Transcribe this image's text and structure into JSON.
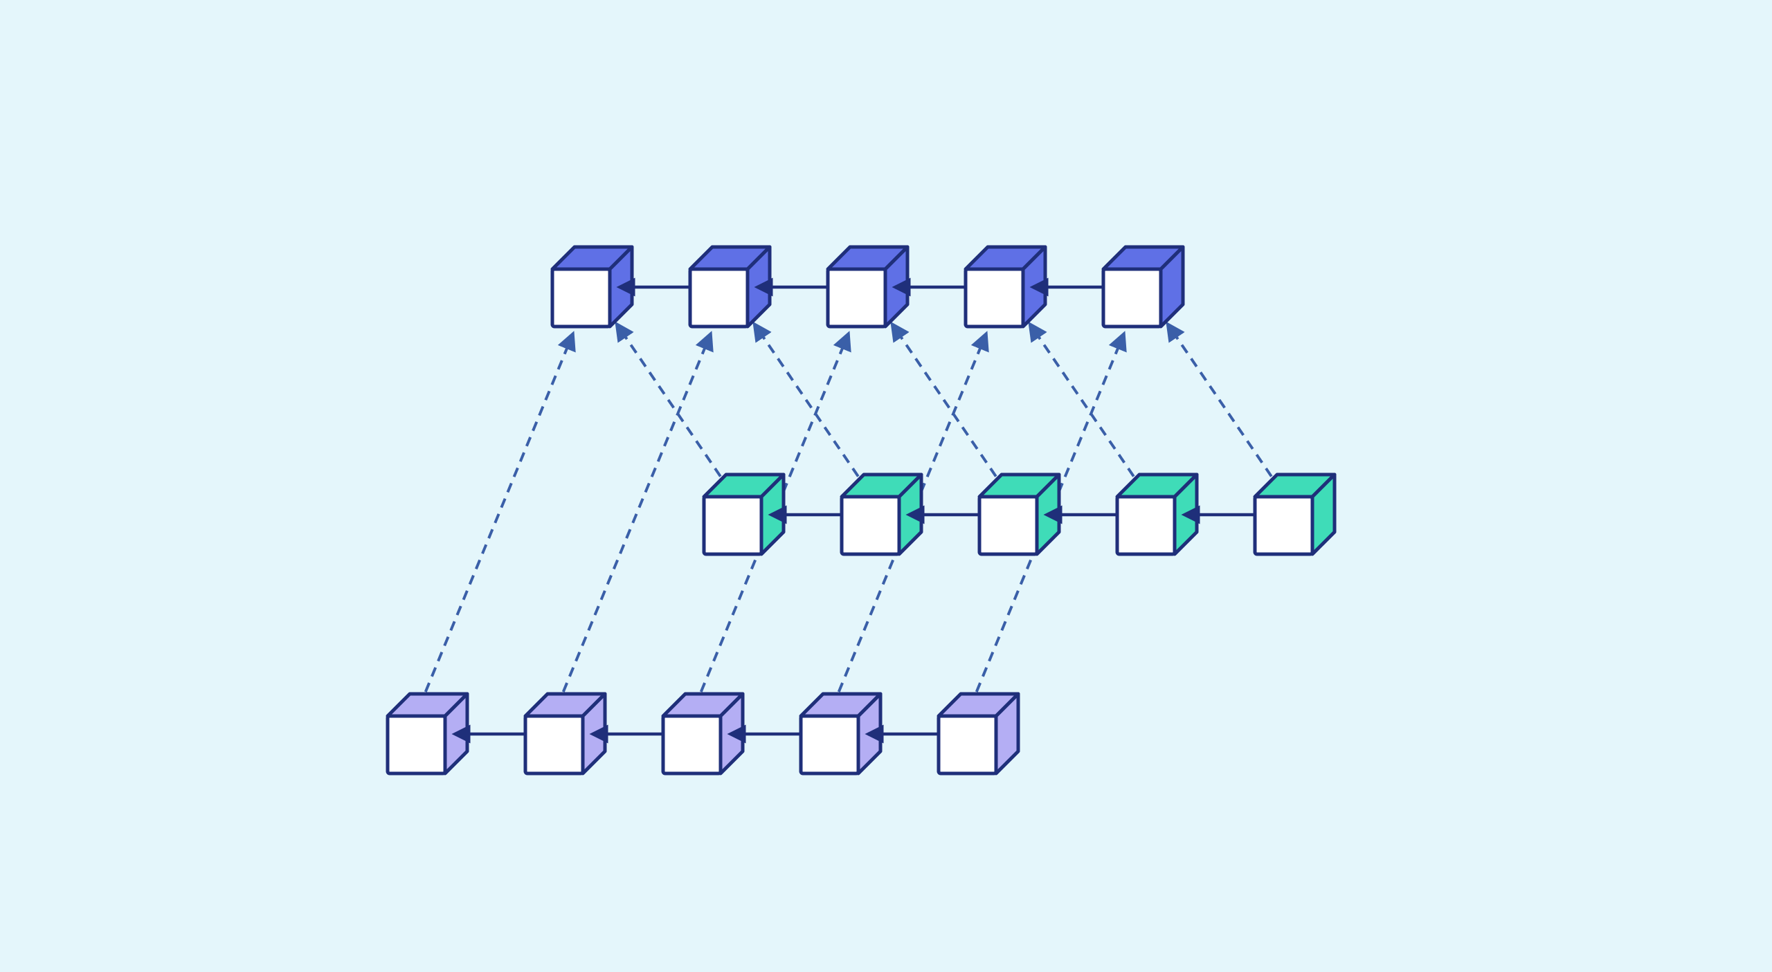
{
  "colors": {
    "background": "#e4f6fb",
    "stroke": "#1f2f7a",
    "dashed": "#3a5fa8",
    "front_face": "#ffffff",
    "top_row": "#5f70e6",
    "middle_row": "#3fdcb8",
    "bottom_row": "#b4aef4"
  },
  "rows": [
    {
      "id": "top",
      "count": 5,
      "color_key": "top_row"
    },
    {
      "id": "middle",
      "count": 5,
      "color_key": "middle_row"
    },
    {
      "id": "bottom",
      "count": 5,
      "color_key": "bottom_row"
    }
  ],
  "edges": {
    "chain_direction": "right-to-left",
    "bottom_to_top": [
      [
        0,
        0
      ],
      [
        1,
        1
      ],
      [
        2,
        2
      ],
      [
        3,
        3
      ],
      [
        4,
        4
      ]
    ],
    "middle_to_top": [
      [
        0,
        0
      ],
      [
        1,
        1
      ],
      [
        2,
        2
      ],
      [
        3,
        3
      ],
      [
        4,
        4
      ]
    ]
  }
}
